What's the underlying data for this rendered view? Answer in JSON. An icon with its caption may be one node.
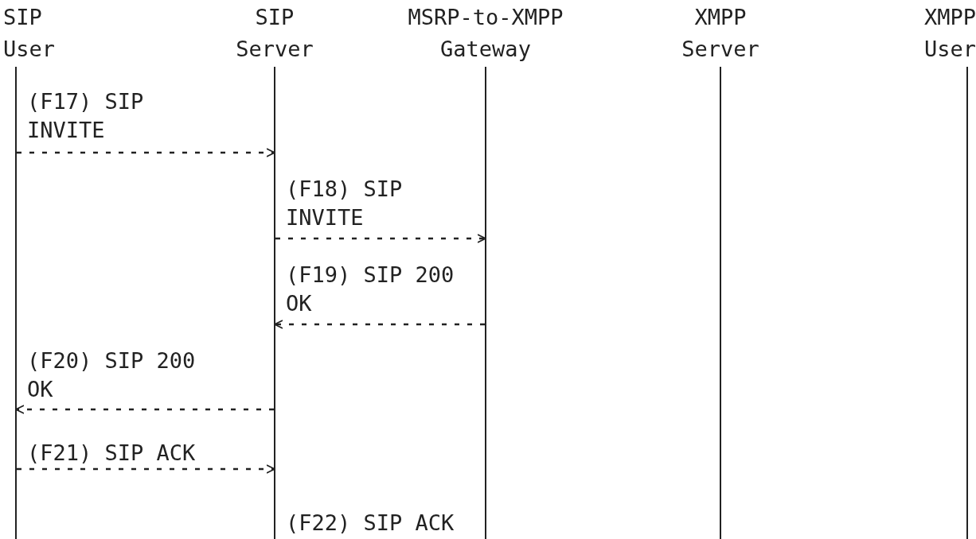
{
  "diagram": {
    "nodes": [
      {
        "text": [
          "SIP User"
        ]
      },
      {
        "text": [
          "SIP Server"
        ]
      },
      {
        "text": [
          "MSRP-to-XMPP Gateway"
        ]
      },
      {
        "text": [
          "XMPP Server"
        ]
      },
      {
        "text": [
          "XMPP User"
        ]
      }
    ],
    "edges": [
      {
        "from": 0,
        "to": 1,
        "arrow": "to",
        "label": "(F17) SIP INVITE"
      },
      {
        "from": 1,
        "to": 2,
        "arrow": "to",
        "label": "(F18) SIP INVITE"
      },
      {
        "from": 2,
        "to": 1,
        "arrow": "to",
        "label": "(F19) SIP 200 OK"
      },
      {
        "from": 1,
        "to": 0,
        "arrow": "to",
        "label": "(F20) SIP 200 OK"
      },
      {
        "from": 0,
        "to": 1,
        "arrow": "to",
        "label": "(F21) SIP ACK"
      }
    ],
    "labels": [
      "(F22) SIP ACK"
    ]
  }
}
